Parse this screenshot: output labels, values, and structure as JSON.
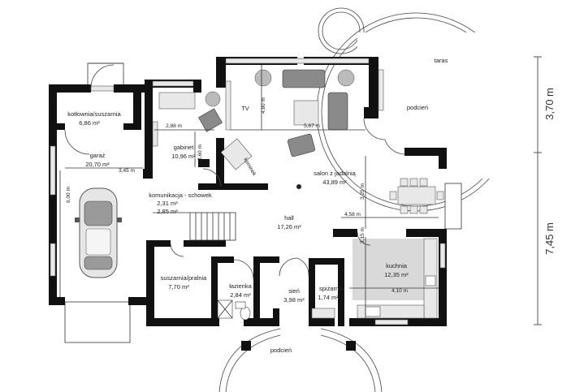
{
  "rooms": [
    {
      "id": "kotlownia",
      "name": "kotłownia/suszarnia",
      "area": "6,86 m²"
    },
    {
      "id": "garaz",
      "name": "garaż",
      "area": "20,70 m²"
    },
    {
      "id": "gabinet",
      "name": "gabinet",
      "area": "10,96 m²"
    },
    {
      "id": "komunikacja",
      "name": "komunikacja - schowek",
      "area1": "2,31 m²",
      "area2": "2,85 m²"
    },
    {
      "id": "hall",
      "name": "hall",
      "area": "17,26 m²"
    },
    {
      "id": "salon",
      "name": "salon z jadalnią",
      "area": "43,89 m²"
    },
    {
      "id": "kuchnia",
      "name": "kuchnia",
      "area": "12,35 m²"
    },
    {
      "id": "suszarnia",
      "name": "suszarnia/pralnia",
      "area": "7,70 m²"
    },
    {
      "id": "lazienka",
      "name": "łazienka",
      "area": "2,84 m²"
    },
    {
      "id": "sien",
      "name": "sień",
      "area": "3,98 m²"
    },
    {
      "id": "spizarnia",
      "name": "spiżarnia",
      "area": "1,74 m²"
    }
  ],
  "labels": {
    "taras": "taras",
    "podcien_top": "podcień",
    "podcien_bottom": "podcień",
    "tv": "TV",
    "kominek": "kominek"
  },
  "dimensions": {
    "d288": "2,88 m",
    "d567": "5,67 m",
    "d480": "4,80 m",
    "d360": "3,60 m",
    "d345": "3,45 m",
    "d600": "6,00 m",
    "d325": "3,25 m",
    "d458": "4,58 m",
    "d315": "3,15 m",
    "d410": "4,10 m",
    "overall_upper": "3,70 m",
    "overall_total": "7,45 m"
  }
}
